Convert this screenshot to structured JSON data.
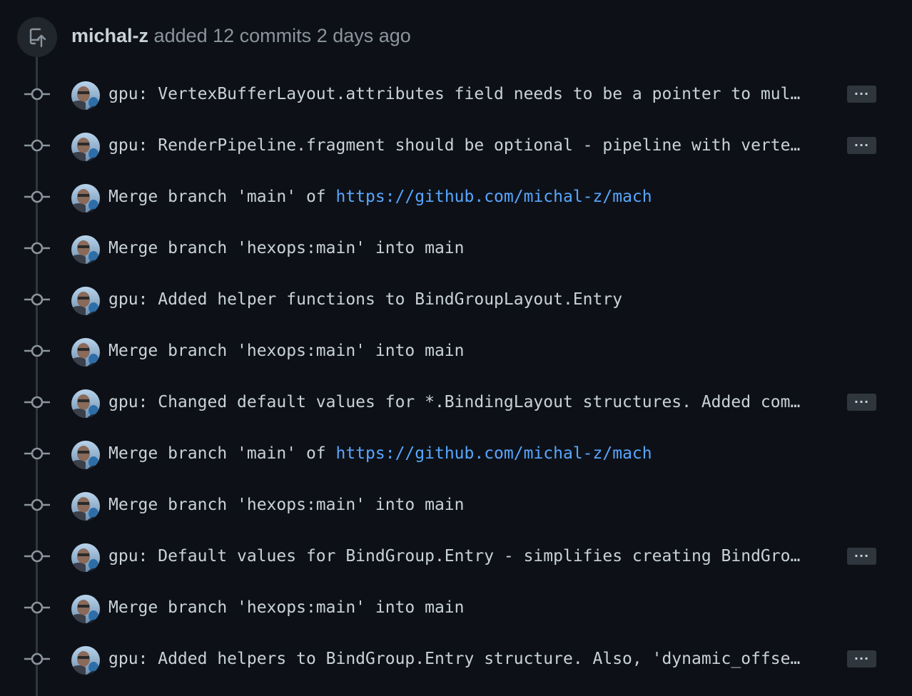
{
  "header": {
    "author": "michal-z",
    "action": "added 12 commits",
    "time": "2 days ago",
    "icon": "repo-push-icon"
  },
  "commits": [
    {
      "prefix": "gpu: VertexBufferLayout.attributes field needs to be a pointer to mul…",
      "link": "",
      "suffix": "",
      "has_more": true
    },
    {
      "prefix": "gpu: RenderPipeline.fragment should be optional - pipeline with verte…",
      "link": "",
      "suffix": "",
      "has_more": true
    },
    {
      "prefix": "Merge branch 'main' of ",
      "link": "https://github.com/michal-z/mach",
      "suffix": "",
      "has_more": false
    },
    {
      "prefix": "Merge branch 'hexops:main' into main",
      "link": "",
      "suffix": "",
      "has_more": false
    },
    {
      "prefix": "gpu: Added helper functions to BindGroupLayout.Entry",
      "link": "",
      "suffix": "",
      "has_more": false
    },
    {
      "prefix": "Merge branch 'hexops:main' into main",
      "link": "",
      "suffix": "",
      "has_more": false
    },
    {
      "prefix": "gpu: Changed default values for *.BindingLayout structures. Added com…",
      "link": "",
      "suffix": "",
      "has_more": true
    },
    {
      "prefix": "Merge branch 'main' of ",
      "link": "https://github.com/michal-z/mach",
      "suffix": "",
      "has_more": false
    },
    {
      "prefix": "Merge branch 'hexops:main' into main",
      "link": "",
      "suffix": "",
      "has_more": false
    },
    {
      "prefix": "gpu: Default values for BindGroup.Entry - simplifies creating BindGro…",
      "link": "",
      "suffix": "",
      "has_more": true
    },
    {
      "prefix": "Merge branch 'hexops:main' into main",
      "link": "",
      "suffix": "",
      "has_more": false
    },
    {
      "prefix": "gpu: Added helpers to BindGroup.Entry structure. Also, 'dynamic_offse…",
      "link": "",
      "suffix": "",
      "has_more": true
    }
  ],
  "more_label": "···",
  "colors": {
    "background": "#0d1117",
    "text": "#c9d1d9",
    "muted": "#8b949e",
    "link": "#58a6ff",
    "line": "#30363d"
  }
}
